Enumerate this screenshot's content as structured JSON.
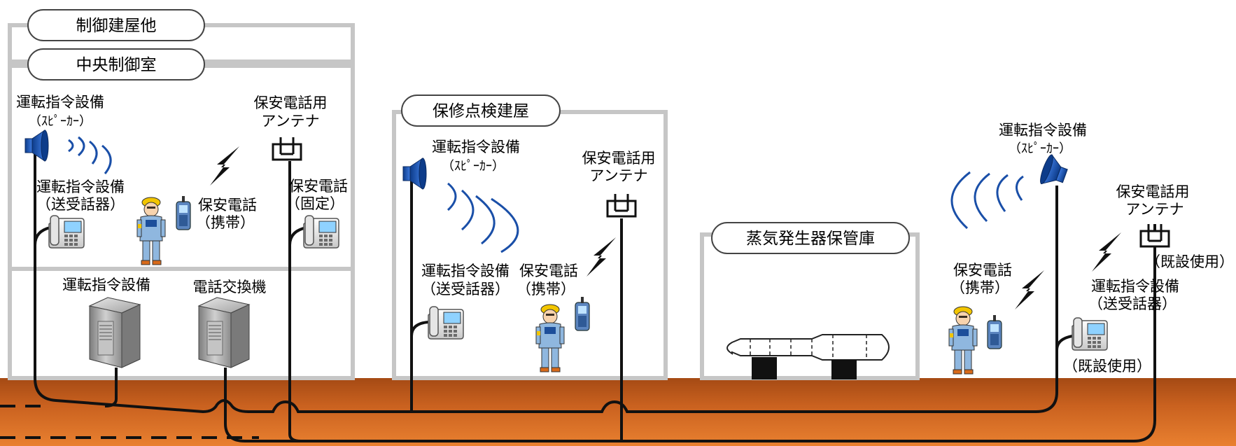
{
  "buildings": {
    "control_bldg": "制御建屋他",
    "main_control_room": "中央制御室",
    "maintenance_bldg": "保修点検建屋",
    "steam_generator_storage": "蒸気発生器保管庫"
  },
  "labels": {
    "a_speaker_1": "運転指令設備",
    "a_speaker_2": "（ｽﾋﾟｰｶｰ）",
    "a_antenna_1": "保安電話用",
    "a_antenna_2": "アンテナ",
    "a_handset_1": "運転指令設備",
    "a_handset_2": "（送受話器）",
    "a_mobile_1": "保安電話",
    "a_mobile_2": "（携帯）",
    "a_fixed_1": "保安電話",
    "a_fixed_2": "（固定）",
    "a_command_equipment": "運転指令設備",
    "a_exchange": "電話交換機",
    "b_speaker_1": "運転指令設備",
    "b_speaker_2": "（ｽﾋﾟｰｶｰ）",
    "b_antenna_1": "保安電話用",
    "b_antenna_2": "アンテナ",
    "b_handset_1": "運転指令設備",
    "b_handset_2": "（送受話器）",
    "b_mobile_1": "保安電話",
    "b_mobile_2": "（携帯）",
    "c_speaker_1": "運転指令設備",
    "c_speaker_2": "（ｽﾋﾟｰｶｰ）",
    "c_antenna_1": "保安電話用",
    "c_antenna_2": "アンテナ",
    "c_antenna_3": "（既設使用）",
    "c_mobile_1": "保安電話",
    "c_mobile_2": "（携帯）",
    "c_handset_1": "運転指令設備",
    "c_handset_2": "（送受話器）",
    "c_handset_3": "（既設使用）"
  },
  "colors": {
    "ground_top": "#a54a14",
    "ground_bottom": "#e57b2e",
    "wall": "#c4c4c4",
    "speaker": "#1a4fa8",
    "cable": "#111111"
  }
}
